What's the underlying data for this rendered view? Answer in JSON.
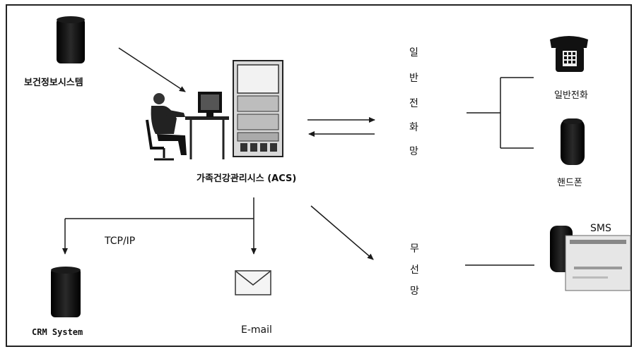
{
  "labels": {
    "health_info_system": "보건정보시스템",
    "acs": "가족건강관리시스 (ACS)",
    "landline_network": [
      "일",
      "반",
      "전",
      "화",
      "망"
    ],
    "landline_phone": "일반전화",
    "cellphone": "핸드폰",
    "wireless_network": [
      "무",
      "선",
      "망"
    ],
    "sms": "SMS",
    "tcp_ip": "TCP/IP",
    "crm_system": "CRM System",
    "email": "E-mail"
  },
  "icons": {
    "server": "database-cylinder-icon",
    "operator": "operator-workstation-icon",
    "rack": "server-rack-icon",
    "phone": "telephone-icon",
    "mobile": "mobile-phone-icon",
    "envelope": "envelope-icon",
    "sms_card": "sms-message-icon"
  },
  "colors": {
    "ink": "#111111",
    "line": "#1a1a1a",
    "panel": "#d9d9d9"
  }
}
